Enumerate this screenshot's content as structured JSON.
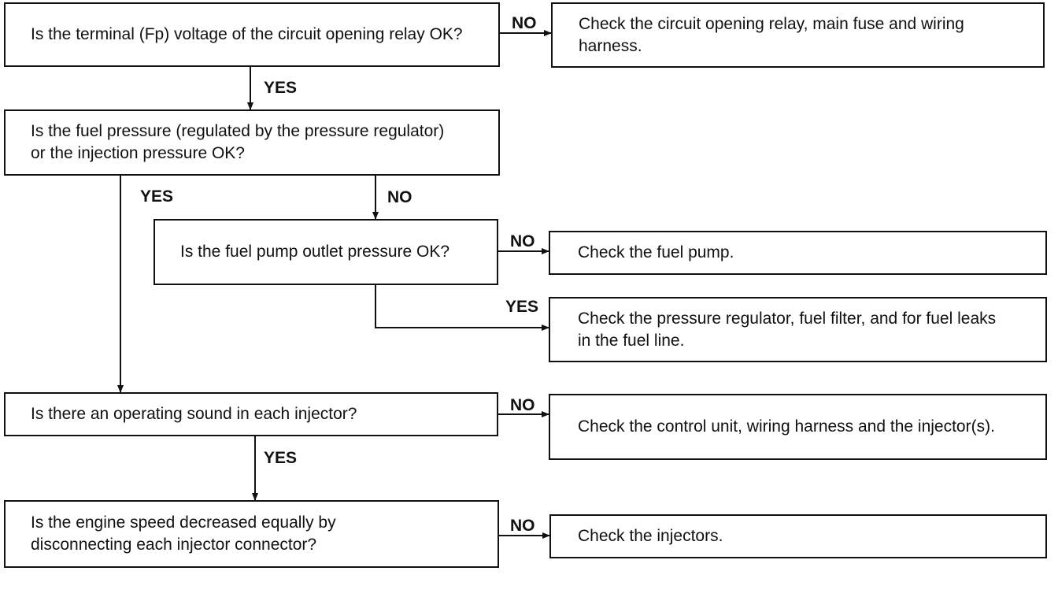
{
  "questions": {
    "q1": "Is the terminal (Fp) voltage of the circuit opening relay OK?",
    "q2": "Is the fuel pressure (regulated by the pressure regulator) or the injection pressure OK?",
    "q3": "Is the fuel pump outlet pressure OK?",
    "q4": "Is there an operating sound in each injector?",
    "q5": "Is the engine speed decreased equally by disconnecting each injector connector?"
  },
  "actions": {
    "a1": "Check the circuit opening relay, main fuse and wiring harness.",
    "a2": "Check the fuel pump.",
    "a3": "Check the pressure regulator, fuel filter, and for fuel leaks in the fuel line.",
    "a4": "Check the control unit, wiring harness and the injector(s).",
    "a5": "Check the injectors."
  },
  "labels": {
    "yes": "YES",
    "no": "NO"
  }
}
